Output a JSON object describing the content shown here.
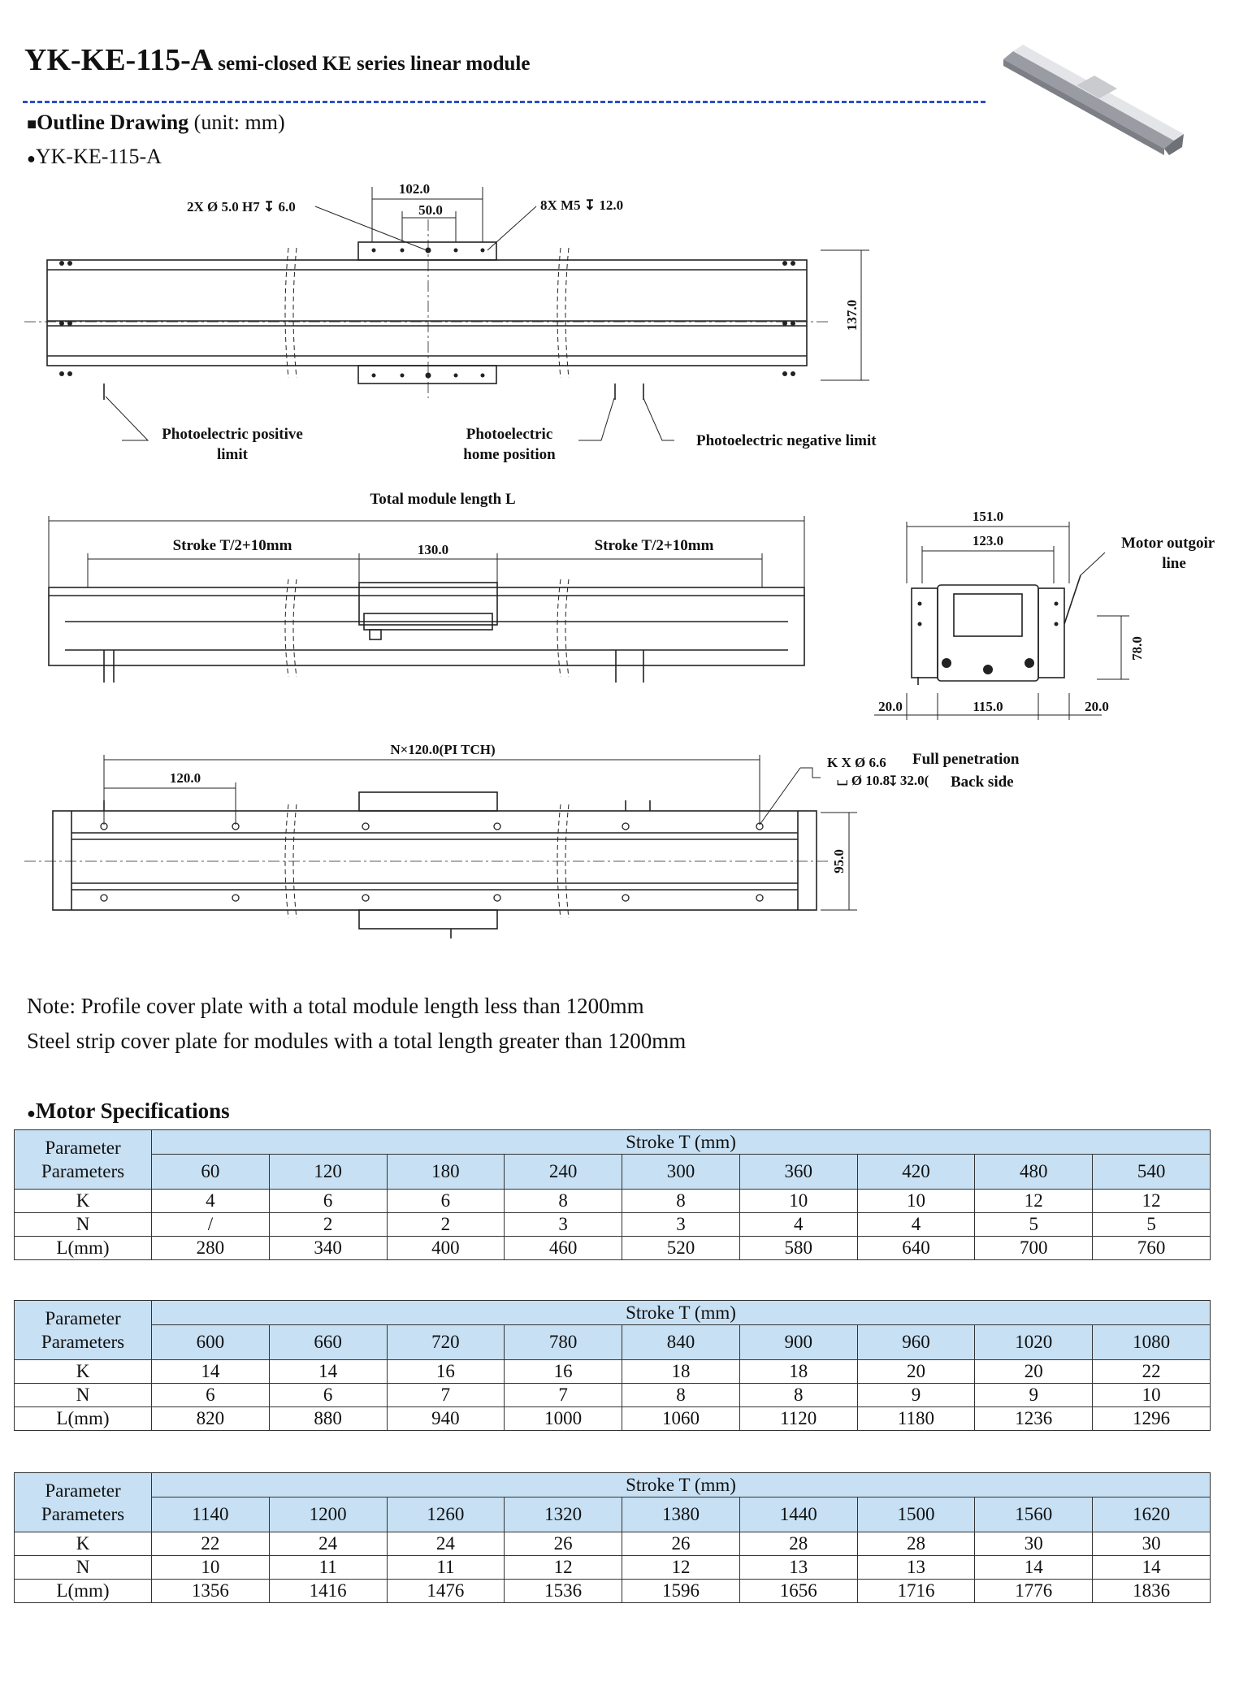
{
  "header": {
    "model": "YK-KE-115-A",
    "subtitle": "semi-closed KE series linear module"
  },
  "outline": {
    "heading": "Outline Drawing",
    "unit": "(unit: mm)",
    "model_bullet": "YK-KE-115-A"
  },
  "drawing": {
    "top_view": {
      "holes_left": "2X Ø 5.0 H7 ↧ 6.0",
      "dim_102": "102.0",
      "dim_50": "50.0",
      "holes_right": "8X M5 ↧ 12.0",
      "dim_137": "137.0",
      "label_pos_limit_1": "Photoelectric positive",
      "label_pos_limit_2": "limit",
      "label_home_1": "Photoelectric",
      "label_home_2": "home position",
      "label_neg_limit": "Photoelectric negative limit"
    },
    "side_view": {
      "total_length": "Total module length L",
      "stroke_left": "Stroke T/2+10mm",
      "dim_130": "130.0",
      "stroke_right": "Stroke T/2+10mm"
    },
    "end_view": {
      "dim_151": "151.0",
      "dim_123": "123.0",
      "motor_label_1": "Motor outgoir",
      "motor_label_2": "line",
      "dim_78": "78.0",
      "dim_20_left": "20.0",
      "dim_115": "115.0",
      "dim_20_right": "20.0"
    },
    "bottom_view": {
      "pitch": "N×120.0(PI   TCH)",
      "dim_120": "120.0",
      "holes_1": "K X Ø 6.6",
      "holes_2": "⌴ Ø 10.8↧ 32.0(",
      "full_pen": "Full penetration",
      "back_side": "Back side",
      "dim_95": "95.0"
    }
  },
  "notes": [
    "Note: Profile cover plate with a total module length less than 1200mm",
    "Steel strip cover plate for modules with a total length greater than 1200mm"
  ],
  "motor_specs": {
    "heading": "Motor Specifications",
    "param_label_1": "Parameter",
    "param_label_2": "Parameters",
    "stroke_label": "Stroke T (mm)",
    "row_labels": [
      "K",
      "N",
      "L(mm)"
    ],
    "tables": [
      {
        "strokes": [
          "60",
          "120",
          "180",
          "240",
          "300",
          "360",
          "420",
          "480",
          "540"
        ],
        "K": [
          "4",
          "6",
          "6",
          "8",
          "8",
          "10",
          "10",
          "12",
          "12"
        ],
        "N": [
          "/",
          "2",
          "2",
          "3",
          "3",
          "4",
          "4",
          "5",
          "5"
        ],
        "L": [
          "280",
          "340",
          "400",
          "460",
          "520",
          "580",
          "640",
          "700",
          "760"
        ]
      },
      {
        "strokes": [
          "600",
          "660",
          "720",
          "780",
          "840",
          "900",
          "960",
          "1020",
          "1080"
        ],
        "K": [
          "14",
          "14",
          "16",
          "16",
          "18",
          "18",
          "20",
          "20",
          "22"
        ],
        "N": [
          "6",
          "6",
          "7",
          "7",
          "8",
          "8",
          "9",
          "9",
          "10"
        ],
        "L": [
          "820",
          "880",
          "940",
          "1000",
          "1060",
          "1120",
          "1180",
          "1236",
          "1296"
        ]
      },
      {
        "strokes": [
          "1140",
          "1200",
          "1260",
          "1320",
          "1380",
          "1440",
          "1500",
          "1560",
          "1620"
        ],
        "K": [
          "22",
          "24",
          "24",
          "26",
          "26",
          "28",
          "28",
          "30",
          "30"
        ],
        "N": [
          "10",
          "11",
          "11",
          "12",
          "12",
          "13",
          "13",
          "14",
          "14"
        ],
        "L": [
          "1356",
          "1416",
          "1476",
          "1536",
          "1596",
          "1656",
          "1716",
          "1776",
          "1836"
        ]
      }
    ]
  }
}
